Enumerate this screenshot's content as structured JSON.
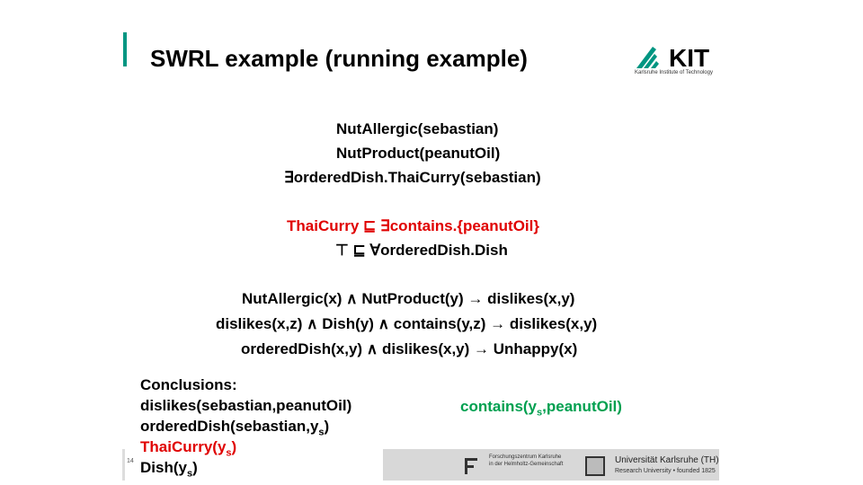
{
  "slide": {
    "title": "SWRL example (running example)",
    "logo_text": "KIT",
    "logo_subtitle": "Karlsruhe Institute of Technology",
    "page_number": "14"
  },
  "facts": [
    "NutAllergic(sebastian)",
    "NutProduct(peanutOil)",
    "∃orderedDish.ThaiCurry(sebastian)"
  ],
  "axioms": {
    "red": "ThaiCurry ⊑ ∃contains.{peanutOil}",
    "black": "⊤ ⊑ ∀orderedDish.Dish"
  },
  "rules": [
    "NutAllergic(x) ∧ NutProduct(y) → dislikes(x,y)",
    "dislikes(x,z) ∧ Dish(y) ∧ contains(y,z) → dislikes(x,y)",
    "orderedDish(x,y) ∧ dislikes(x,y) → Unhappy(x)"
  ],
  "conclusions": {
    "heading": "Conclusions:",
    "line1": "dislikes(sebastian,peanutOil)",
    "line2_pre": "orderedDish(sebastian,y",
    "line2_sub": "s",
    "line2_post": ")",
    "line3_pre": "ThaiCurry(y",
    "line3_sub": "s",
    "line3_post": ")",
    "line4_pre": "Dish(y",
    "line4_sub": "s",
    "line4_post": ")",
    "green_pre": "contains(y",
    "green_sub": "s",
    "green_post": ",peanutOil)"
  },
  "footer": {
    "fzk_line1": "Forschungszentrum Karlsruhe",
    "fzk_line2": "in der Helmholtz-Gemeinschaft",
    "uni_name": "Universität Karlsruhe (TH)",
    "uni_sub": "Research University • founded 1825"
  },
  "colors": {
    "accent": "#009682",
    "red": "#e00000",
    "green": "#00a050"
  }
}
